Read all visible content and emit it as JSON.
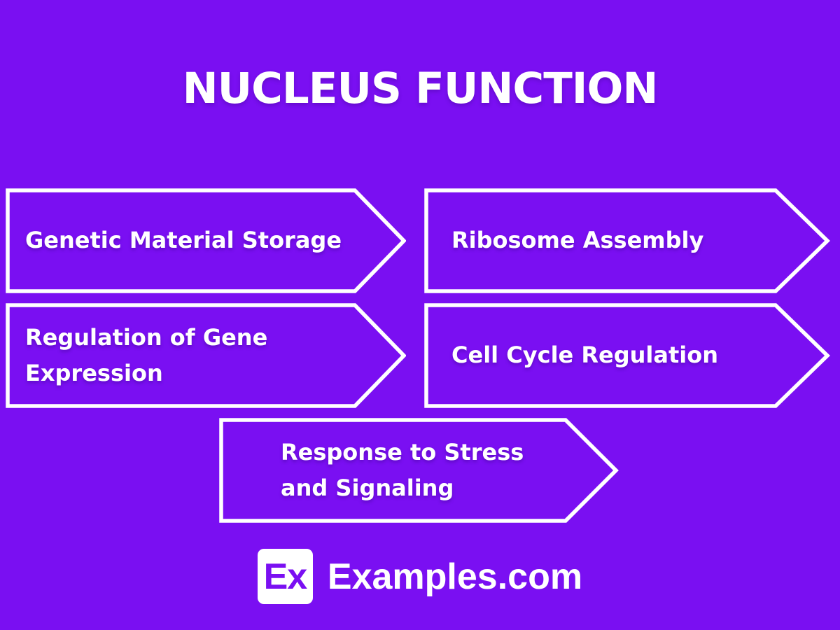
{
  "page": {
    "title": "NUCLEUS FUNCTION",
    "background_color": "#7a0ff2",
    "outline_color": "#ffffff",
    "text_color": "#ffffff"
  },
  "functions": [
    {
      "label": "Genetic Material Storage"
    },
    {
      "label": "Ribosome Assembly"
    },
    {
      "label": "Regulation of Gene Expression"
    },
    {
      "label": "Cell Cycle Regulation"
    },
    {
      "label": "Response to Stress and Signaling"
    }
  ],
  "footer": {
    "logo_text": "Ex",
    "site_name": "Examples.com"
  }
}
